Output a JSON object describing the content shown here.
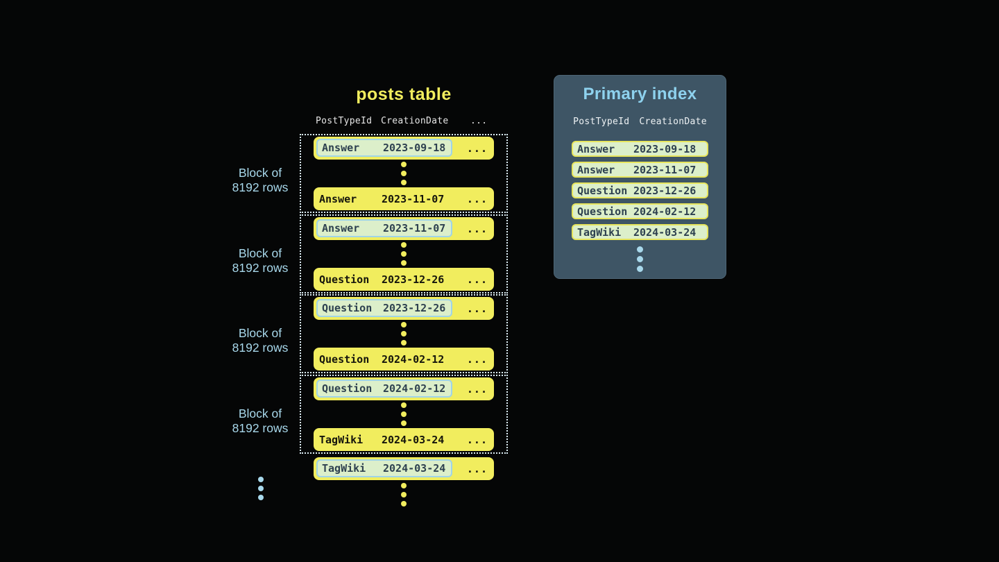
{
  "colors": {
    "background": "#050606",
    "yellow": "#f1ed5e",
    "light_blue": "#a8d8eb",
    "panel_bg": "#3e5565",
    "panel_border": "#4d6575",
    "panel_title": "#8ed2ee",
    "green_fill": "#dcefca",
    "green_border_blue": "#9fd4e7",
    "green_border_yellow": "#e7e55c",
    "dark_text": "#15150c",
    "slate_text": "#2e4150",
    "header_text": "#e6e6e6",
    "dotted_border": "#ddeef6"
  },
  "posts_table": {
    "title": "posts table",
    "columns": [
      "PostTypeId",
      "CreationDate"
    ],
    "more_symbol": "...",
    "block_label": {
      "line1": "Block of",
      "line2": "8192 rows"
    },
    "blocks": [
      {
        "first_row": {
          "post_type": "Answer",
          "creation_date": "2023-09-18"
        },
        "last_row": {
          "post_type": "Answer",
          "creation_date": "2023-11-07"
        }
      },
      {
        "first_row": {
          "post_type": "Answer",
          "creation_date": "2023-11-07"
        },
        "last_row": {
          "post_type": "Question",
          "creation_date": "2023-12-26"
        }
      },
      {
        "first_row": {
          "post_type": "Question",
          "creation_date": "2023-12-26"
        },
        "last_row": {
          "post_type": "Question",
          "creation_date": "2024-02-12"
        }
      },
      {
        "first_row": {
          "post_type": "Question",
          "creation_date": "2024-02-12"
        },
        "last_row": {
          "post_type": "TagWiki",
          "creation_date": "2024-03-24"
        }
      }
    ],
    "overflow_row": {
      "post_type": "TagWiki",
      "creation_date": "2024-03-24"
    }
  },
  "primary_index": {
    "title": "Primary index",
    "columns": [
      "PostTypeId",
      "CreationDate"
    ],
    "rows": [
      {
        "post_type": "Answer",
        "creation_date": "2023-09-18"
      },
      {
        "post_type": "Answer",
        "creation_date": "2023-11-07"
      },
      {
        "post_type": "Question",
        "creation_date": "2023-12-26"
      },
      {
        "post_type": "Question",
        "creation_date": "2024-02-12"
      },
      {
        "post_type": "TagWiki",
        "creation_date": "2024-03-24"
      }
    ]
  }
}
